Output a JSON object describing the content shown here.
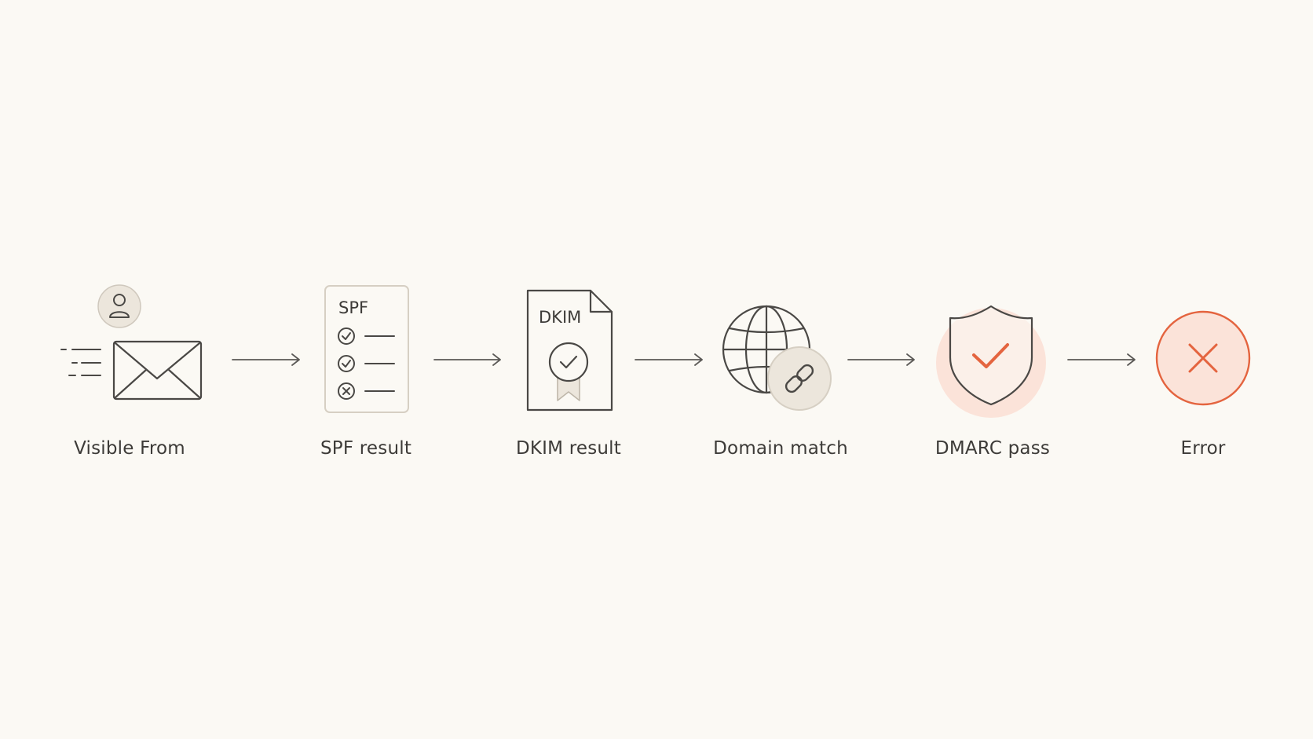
{
  "steps": [
    {
      "id": "visible-from",
      "label": "Visible From"
    },
    {
      "id": "spf",
      "label": "SPF result",
      "icon_text": "SPF"
    },
    {
      "id": "dkim",
      "label": "DKIM result",
      "icon_text": "DKIM"
    },
    {
      "id": "domain-match",
      "label": "Domain match"
    },
    {
      "id": "dmarc",
      "label": "DMARC pass"
    },
    {
      "id": "error",
      "label": "Error"
    }
  ],
  "icons": {
    "visible_from": [
      "envelope-icon",
      "user-avatar-icon",
      "speed-lines-icon"
    ],
    "spf": "checklist-document-icon",
    "dkim": "certificate-document-icon",
    "domain_match": [
      "globe-icon",
      "link-icon"
    ],
    "dmarc": "shield-check-icon",
    "error": "error-x-icon"
  },
  "colors": {
    "background": "#fbf9f4",
    "stroke": "#4a4845",
    "accent": "#e4643f",
    "accent_soft": "#fbe3d9",
    "badge_fill": "#ece6dc"
  }
}
